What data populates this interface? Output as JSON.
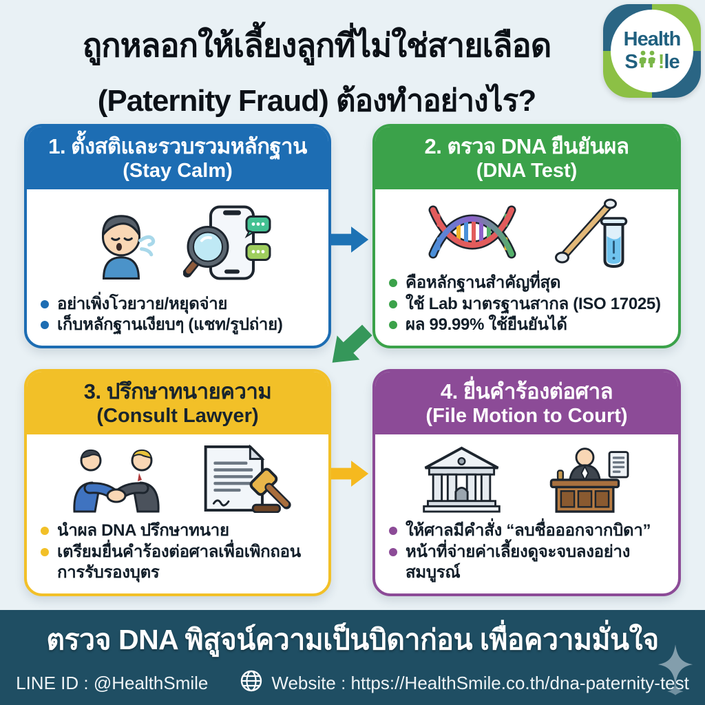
{
  "header": {
    "title_line1": "ถูกหลอกให้เลี้ยงลูกที่ไม่ใช่สายเลือด",
    "title_line2": "(Paternity Fraud) ต้องทำอย่างไร?"
  },
  "logo": {
    "line1": "Health",
    "smile_prefix": "S",
    "smile_mark": "!",
    "smile_suffix": "le"
  },
  "cards": [
    {
      "title_th": "1. ตั้งสติและรวบรวมหลักฐาน",
      "title_en": "(Stay Calm)",
      "accent": "#1d6db3",
      "icons": [
        "calm-man-icon",
        "phone-search-icon"
      ],
      "bullets": [
        "อย่าเพิ่งโวยวาย/หยุดจ่าย",
        "เก็บหลักฐานเงียบๆ (แชท/รูปถ่าย)"
      ]
    },
    {
      "title_th": "2. ตรวจ DNA ยืนยันผล",
      "title_en": "(DNA Test)",
      "accent": "#3ba24a",
      "icons": [
        "dna-icon",
        "swab-tube-icon"
      ],
      "bullets": [
        "คือหลักฐานสำคัญที่สุด",
        "ใช้ Lab มาตรฐานสากล (ISO 17025)",
        "ผล 99.99% ใช้ยืนยันได้"
      ]
    },
    {
      "title_th": "3. ปรึกษาทนายความ",
      "title_en": "(Consult Lawyer)",
      "accent": "#f2c028",
      "icons": [
        "handshake-icon",
        "document-gavel-icon"
      ],
      "bullets": [
        "นำผล DNA ปรึกษาทนาย",
        "เตรียมยื่นคำร้องต่อศาลเพื่อเพิกถอนการรับรองบุตร"
      ]
    },
    {
      "title_th": "4. ยื่นคำร้องต่อศาล",
      "title_en": "(File Motion to Court)",
      "accent": "#8c4b97",
      "icons": [
        "courthouse-icon",
        "judge-icon"
      ],
      "bullets": [
        "ให้ศาลมีคำสั่ง “ลบชื่อออกจากบิดา”",
        "หน้าที่จ่ายค่าเลี้ยงดูจะจบลงอย่างสมบูรณ์"
      ]
    }
  ],
  "footer": {
    "tagline": "ตรวจ DNA พิสูจน์ความเป็นบิดาก่อน เพื่อความมั่นใจ",
    "line_id": "LINE ID : @HealthSmile",
    "website": "Website : https://HealthSmile.co.th/dna-paternity-test"
  },
  "colors": {
    "background": "#e9f1f5",
    "footer_band": "#1f4e63",
    "card1_blue": "#1d6db3",
    "card2_green": "#3ba24a",
    "card3_yellow": "#f2c028",
    "card4_purple": "#8c4b97",
    "logo_teal": "#2a6584",
    "logo_green": "#8cc045"
  }
}
